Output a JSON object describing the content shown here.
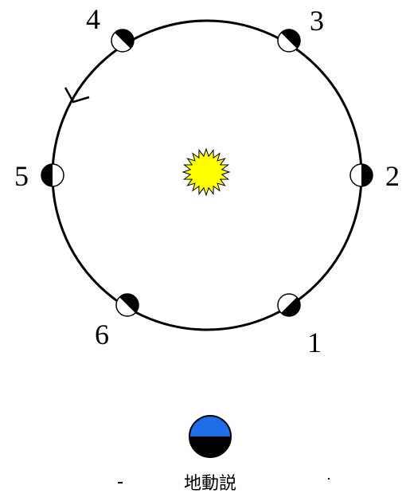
{
  "diagram": {
    "caption": "地動説",
    "positions": [
      {
        "label": "1"
      },
      {
        "label": "2"
      },
      {
        "label": "3"
      },
      {
        "label": "4"
      },
      {
        "label": "5"
      },
      {
        "label": "6"
      }
    ],
    "colors": {
      "orbit": "#000000",
      "sun": "#ffff00",
      "earth_day": "#1e6eea",
      "earth_night": "#000000",
      "planet_lit": "#ffffff",
      "planet_dark": "#000000"
    },
    "icons": {
      "sun": "sun-icon",
      "direction": "orbit-direction-arrow-icon",
      "earth": "earth-icon"
    }
  }
}
